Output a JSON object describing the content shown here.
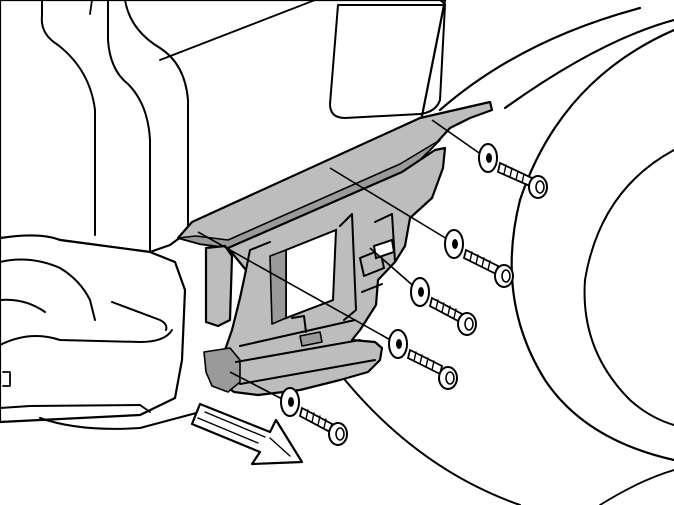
{
  "figure": {
    "illustration": "line-drawing",
    "subject": "bumper-bracket-mounting",
    "screw_count": 5,
    "colors": {
      "line": "#000000",
      "background": "#ffffff",
      "bracket_fill": "#bdbdbd",
      "bracket_shadow": "#9a9a9a",
      "arrow_fill": "#ffffff"
    },
    "icons": {
      "arrow": "direction-arrow-icon",
      "screw": "screw-icon",
      "washer": "washer-icon"
    }
  }
}
